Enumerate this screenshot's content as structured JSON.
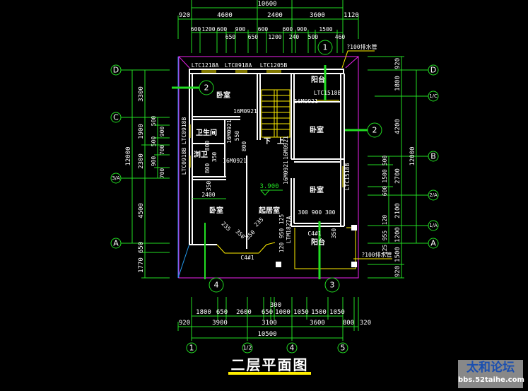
{
  "title": "二层平面图",
  "watermark": {
    "name": "太和论坛",
    "url": "bbs.52taihe.com"
  },
  "colors": {
    "background": "#000000",
    "dimension": "#22dd22",
    "wall": "#ffffff",
    "window": "#ffee00",
    "roof": "#ee22ee",
    "outline": "#2299ee"
  },
  "top_dims": {
    "total": "10600",
    "row2": [
      "920",
      "4600",
      "2400",
      "3600",
      "1120"
    ],
    "row3": [
      "600",
      "1200",
      "600",
      "650",
      "900",
      "650",
      "600",
      "1200",
      "600",
      "240",
      "900",
      "500",
      "1500",
      "460"
    ]
  },
  "bottom_dims": {
    "row1": [
      "1800",
      "650",
      "2600",
      "650",
      "300",
      "1000",
      "1050",
      "1500",
      "1050"
    ],
    "row2": [
      "920",
      "3900",
      "3100",
      "3600",
      "800",
      "320"
    ],
    "total": "10500",
    "axes": [
      "1",
      "1/2",
      "4",
      "5"
    ]
  },
  "left_dims": {
    "total": "12000",
    "main": [
      "3300",
      "1900",
      "2300",
      "4500",
      "650",
      "1770"
    ],
    "detail": [
      "500",
      "900",
      "500",
      "700",
      "900",
      "700"
    ],
    "axes": [
      "D",
      "C",
      "3/A",
      "A"
    ]
  },
  "right_dims": {
    "total": "12000",
    "main": [
      "920",
      "1800",
      "4200",
      "2700",
      "2100",
      "1200",
      "1500",
      "920"
    ],
    "detail": [
      "500",
      "1500",
      "600",
      "120",
      "955",
      "125"
    ],
    "axes": [
      "D",
      "1/C",
      "B",
      "2/A",
      "1/A",
      "A"
    ],
    "notes": [
      "?100排水管",
      "?100排水管"
    ]
  },
  "rooms": {
    "bedroom_nw": "卧室",
    "balcony_n": "阳台",
    "bedroom_e": "卧室",
    "bathroom": "卫生间",
    "washroom": "浏卫",
    "bedroom_se": "卧室",
    "bedroom_sw": "卧室",
    "living": "起居室",
    "balcony_s": "阳台",
    "stair_down": "下",
    "stair_up": "上"
  },
  "labels": {
    "win1": "LTC1218A",
    "win2": "LTC0918A",
    "win3": "LTC1205B",
    "win4": "LTC1518B",
    "win_w1": "LTC0918B",
    "win_w2": "LTC0918B",
    "win_e": "LTC1518B",
    "door1": "16M0921",
    "door2": "16M0921",
    "door3": "16M0921",
    "door4": "16M0921",
    "door5": "16M0921",
    "door6": "16M0921",
    "door_s": "LTM1827A",
    "c1": "C4#1",
    "c2": "C4#1",
    "elev": "3.900",
    "dim_2400": "2400",
    "dim_350": "350",
    "dims_balcony": "300 900 300",
    "dim_950": "950",
    "dim_125": "125",
    "dim_120": "120",
    "bay1": "235",
    "bay2": "235",
    "bay3": "350",
    "bay4": "350",
    "v1": "550",
    "v2": "800",
    "v3": "800",
    "v4": "350",
    "v5": "800",
    "v6": "1500"
  },
  "section_marks": [
    "1",
    "2",
    "2",
    "3",
    "4"
  ]
}
